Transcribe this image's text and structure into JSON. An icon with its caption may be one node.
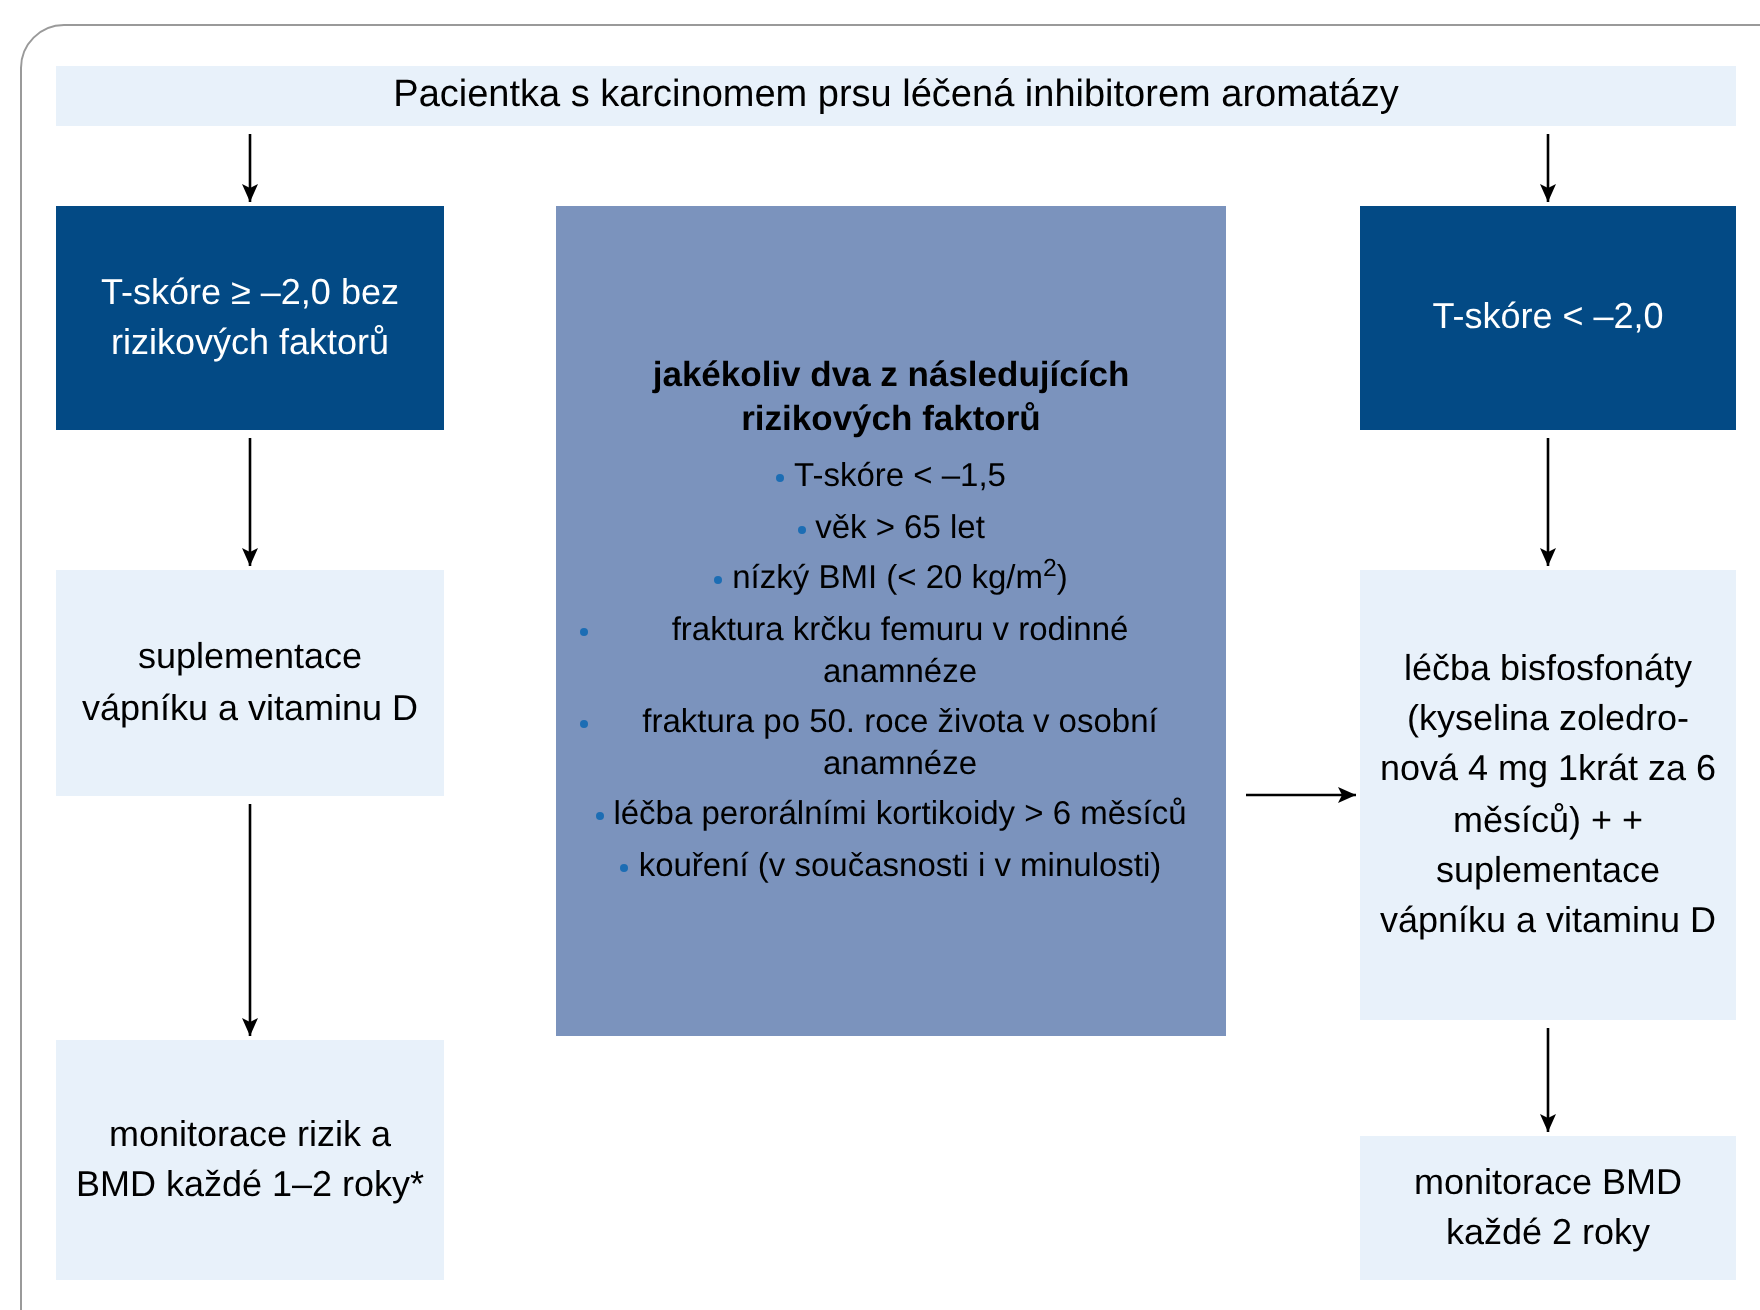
{
  "diagram": {
    "nodes": [
      {
        "text": [
          "Pacientka s karcinomem prsu léčená inhibitorem aromatázy"
        ]
      },
      {
        "text": [
          "T-skóre ≥ –2,0 bez rizikových faktorů"
        ]
      },
      {
        "text": [
          "jakékoliv dva z následujících rizikových faktorů",
          "T-skóre < –1,5",
          "věk > 65 let",
          "nízký BMI (< 20 kg/m$^{2}$)",
          "fraktura krčku femuru v rodinné anamnéze",
          "fraktura po 50. roce života v osobní anamnéze",
          "léčba perorálními kortikoidy > 6 měsíců",
          "kouření (v současnosti i v minulosti)"
        ]
      },
      {
        "text": [
          "T-skóre < –2,0"
        ]
      },
      {
        "text": [
          "suplementace vápníku a vitaminu D"
        ]
      },
      {
        "text": [
          "monitorace rizik a BMD každé 1–2 roky*"
        ]
      },
      {
        "text": [
          "léčba bisfosfonáty (kyselina zoledro-nová 4 mg 1krát za 6 měsíců) + + suplementace vápníku a vitaminu D"
        ]
      },
      {
        "text": [
          "monitorace BMD každé 2 roky"
        ]
      }
    ],
    "edges": [
      {
        "from": 0,
        "to": 1,
        "arrow": "to"
      },
      {
        "from": 0,
        "to": 3,
        "arrow": "to"
      },
      {
        "from": 1,
        "to": 4,
        "arrow": "to"
      },
      {
        "from": 4,
        "to": 5,
        "arrow": "to"
      },
      {
        "from": 2,
        "to": 6,
        "arrow": "to"
      },
      {
        "from": 3,
        "to": 6,
        "arrow": "to"
      },
      {
        "from": 6,
        "to": 7,
        "arrow": "to"
      }
    ]
  }
}
